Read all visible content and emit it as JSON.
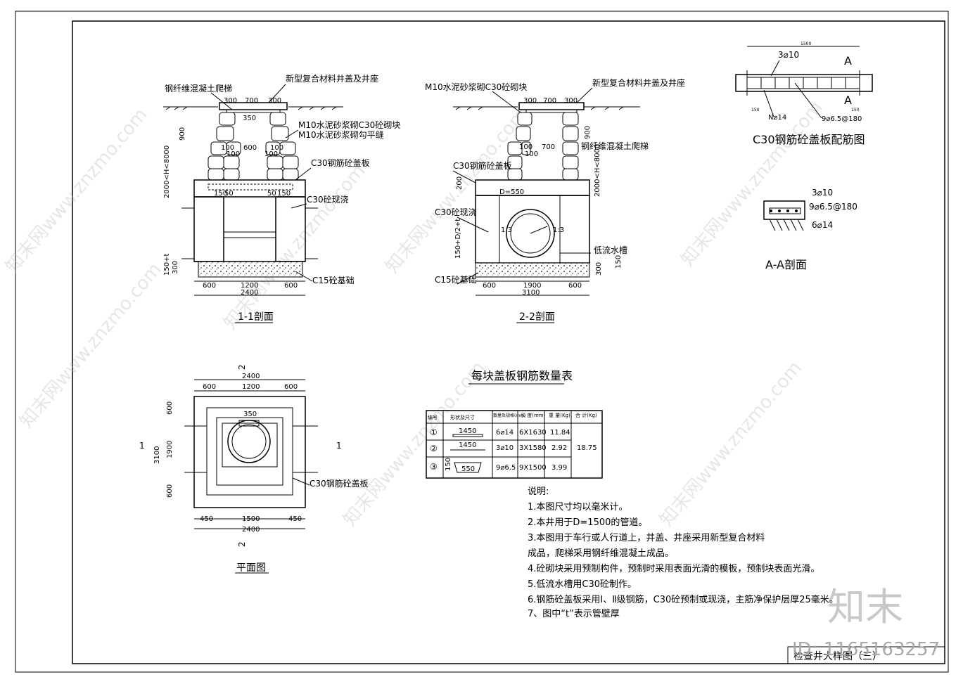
{
  "drawing": {
    "title_block": "检查井大样图（三）",
    "id_label": "ID: 1165163257",
    "brand_mark": "知末",
    "watermark": "知末网www.znzmo.com"
  },
  "section_1_1": {
    "caption": "1-1剖面",
    "labels": {
      "ladder": "钢纤维混凝土爬梯",
      "cover": "新型复合材料井盖及井座",
      "block": "M10水泥砂浆砌C30砼砌块",
      "grout": "M10水泥砂浆砌勾平缝",
      "slab": "C30钢筋砼盖板",
      "cast": "C30砼现浇",
      "base": "C15砼基础"
    },
    "dims": [
      "300",
      "700",
      "300",
      "350",
      "900",
      "100",
      "600",
      "100",
      "100",
      "100",
      "150",
      "50",
      "50",
      "150",
      "2000<H<8000",
      "150+t",
      "300",
      "600",
      "1200",
      "600",
      "2400"
    ]
  },
  "section_2_2": {
    "caption": "2-2剖面",
    "labels": {
      "block": "M10水泥砂浆砌C30砼砌块",
      "cover": "新型复合材料井盖及井座",
      "ladder": "钢纤维混凝土爬梯",
      "slab": "C30钢筋砼盖板",
      "cast": "C30砼现浇",
      "channel": "低流水槽",
      "base": "C15砼基础",
      "pipe": "D=550"
    },
    "dims": [
      "300",
      "700",
      "300",
      "900",
      "100",
      "700",
      "100",
      "200",
      "2000<H<8000",
      "150+D/2+t",
      "150",
      "300",
      "1:3",
      "1:3",
      "600",
      "1900",
      "600",
      "3100"
    ]
  },
  "plan_view": {
    "caption": "平面图",
    "labels": {
      "slab": "C30钢筋砼盖板",
      "sec": "1",
      "sec2": "2"
    },
    "dims": [
      "2400",
      "600",
      "1200",
      "600",
      "350",
      "600",
      "1900",
      "600",
      "3100",
      "450",
      "1500",
      "450",
      "2400"
    ]
  },
  "rebar_plan": {
    "caption": "C30钢筋砼盖板配筋图",
    "labels": [
      "3⌀10",
      "N⌀14",
      "9⌀6.5@180",
      "A",
      "A"
    ],
    "dims": [
      "1500",
      "150",
      "150"
    ]
  },
  "aa_section": {
    "caption": "A-A剖面",
    "labels": [
      "3⌀10",
      "9⌀6.5@180",
      "6⌀14"
    ]
  },
  "rebar_table": {
    "title": "每块盖板钢筋数量表",
    "headers": [
      "编号",
      "形状及尺寸",
      "数量及规格(mm)",
      "长 度(mm)",
      "重 量(Kg)",
      "合 计(Kg)"
    ],
    "rows": [
      {
        "no": "①",
        "shape": "1450",
        "qty": "6⌀14",
        "len": "6X1630",
        "wt": "11.84"
      },
      {
        "no": "②",
        "shape": "1450",
        "qty": "3⌀10",
        "len": "3X1580",
        "wt": "2.92"
      },
      {
        "no": "③",
        "shape": "550",
        "shape_h": "150",
        "qty": "9⌀6.5",
        "len": "9X1500",
        "wt": "3.99"
      }
    ],
    "total": "18.75"
  },
  "notes": {
    "heading": "说明:",
    "items": [
      "1.本图尺寸均以毫米计。",
      "2.本井用于D=1500的管道。",
      "3.本图用于车行或人行道上，井盖、井座采用新型复合材料",
      "成品，爬梯采用钢纤维混凝土成品。",
      "4.砼砌块采用预制构件，预制时采用表面光滑的模板，预制块表面光滑。",
      "5.低流水槽用C30砼制作。",
      "6.钢筋砼盖板采用Ⅰ、Ⅱ级钢筋，C30砼预制或现浇，主筋净保护层厚25毫米。",
      "7、图中“t”表示管壁厚"
    ]
  }
}
